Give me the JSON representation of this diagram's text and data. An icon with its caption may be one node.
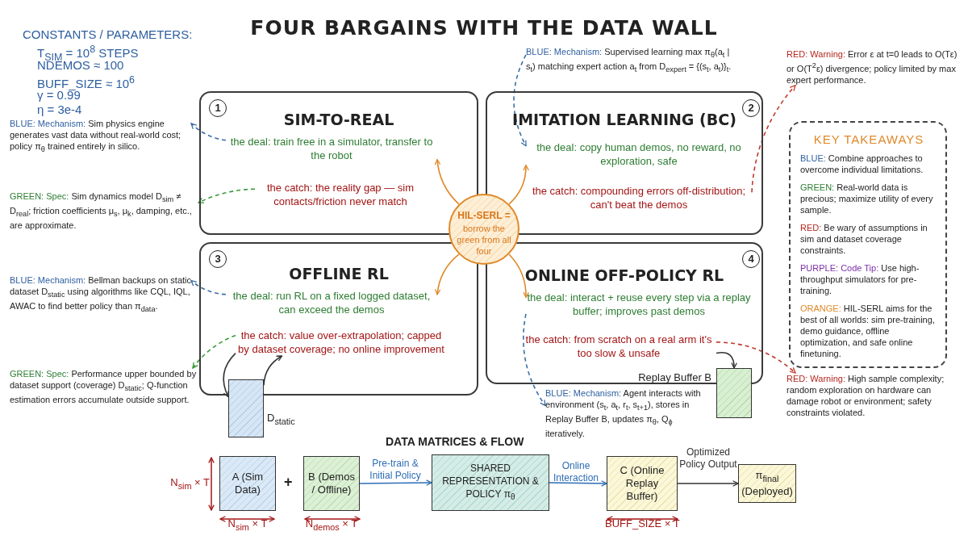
{
  "diagram": {
    "title": "FOUR BARGAINS WITH THE DATA WALL",
    "nodes": [
      {
        "text": [
          "1",
          "SIM-TO-REAL"
        ]
      },
      {
        "text": [
          "the deal: train free in a simulator, transfer to the robot"
        ],
        "in": 0
      },
      {
        "text": [
          "the catch: the reality gap — sim contacts/friction never match"
        ],
        "in": 0
      },
      {
        "text": [
          "IMITATION LEARNING (BC)",
          "2"
        ]
      },
      {
        "text": [
          "the deal: copy human demos, no reward, no exploration, safe"
        ],
        "in": 3
      },
      {
        "text": [
          "the catch: compounding errors off-distribution; can't beat the demos"
        ],
        "in": 3
      },
      {
        "text": [
          "3",
          "OFFLINE RL"
        ]
      },
      {
        "text": [
          "the deal: run RL on a fixed logged dataset, can exceed the demos"
        ],
        "in": 6
      },
      {
        "text": [
          "the catch: value over-extrapolation; capped by dataset coverage; no online improvement"
        ],
        "in": 6
      },
      {
        "text": [
          "ONLINE OFF-POLICY RL",
          "4"
        ]
      },
      {
        "text": [
          "the deal: interact + reuse every step via a replay buffer; improves past demos"
        ],
        "in": 9
      },
      {
        "text": [
          "the catch: from scratch on a real arm it's too slow & unsafe"
        ],
        "in": 9
      },
      {
        "text": [],
        "shape": "box",
        "beside": [
          "Replay Buffer B"
        ]
      },
      {
        "text": [],
        "shape": "box",
        "beside": [
          "D$_{static}$"
        ]
      },
      {
        "text": [
          "HIL-SERL =",
          "borrow the green from all four"
        ]
      },
      {
        "text": [
          "BLUE: Mechanism: Sim physics engine generates vast data without real-world cost; policy π$_{θ}$ trained entirely in silico."
        ]
      },
      {
        "text": [
          "GREEN: Spec: Sim dynamics model D$_{sim}$ ≠ D$_{real}$; friction coefficients μ$_{s}$, μ$_{k}$, damping, etc., are approximate."
        ]
      },
      {
        "text": [
          "BLUE: Mechanism: Bellman backups on static dataset D$_{static}$ using algorithms like CQL, IQL, AWAC to find better policy than π$_{data}$."
        ]
      },
      {
        "text": [
          "GREEN: Spec: Performance upper bounded by dataset support (coverage) D$_{static}$; Q-function estimation errors accumulate outside support."
        ]
      },
      {
        "text": [
          "BLUE: Mechanism: Supervised learning max π$_{θ}$(a$_{t}$ | s$_{t}$) matching expert action a$_{t}$ from D$_{expert}$ = {(s$_{t}$, a$_{t}$)}$_{t}$."
        ]
      },
      {
        "text": [
          "RED: Warning: Error ε at t=0 leads to O(Tε) or O(T$^{2}$ε) divergence; policy limited by max expert performance."
        ]
      },
      {
        "text": [
          "BLUE: Mechanism: Agent interacts with environment (s$_{t}$, a$_{t}$, r$_{t}$, s$_{t+1}$), stores in Replay Buffer B, updates π$_{θ}$, Q$_{ϕ}$ iteratively."
        ]
      },
      {
        "text": [
          "RED: Warning: High sample complexity; random exploration on hardware can damage robot or environment; safety constraints violated."
        ]
      },
      {
        "text": [
          "KEY TAKEAWAYS",
          "BLUE: Combine approaches to overcome individual limitations.",
          "GREEN: Real-world data is precious; maximize utility of every sample.",
          "RED: Be wary of assumptions in sim and dataset coverage constraints.",
          "PURPLE: Code Tip: Use high-throughput simulators for pre-training.",
          "ORANGE: HIL-SERL aims for the best of all worlds: sim pre-training, demo guidance, offline optimization, and safe online finetuning."
        ]
      },
      {
        "text": [
          "A (Sim Data)"
        ],
        "beside": [
          "N$_{sim}$ × T",
          "N$_{sim}$ × T"
        ]
      },
      {
        "text": [
          "B (Demos / Offline)"
        ],
        "beside": [
          "N$_{demos}$ × T"
        ]
      },
      {
        "text": [
          "SHARED REPRESENTATION & POLICY π$_{θ}$"
        ]
      },
      {
        "text": [
          "C (Online Replay Buffer)"
        ],
        "beside": [
          "BUFF_SIZE × T"
        ]
      },
      {
        "text": [
          "π$_{final}$ (Deployed)"
        ]
      }
    ],
    "edges": [
      {
        "from": 14,
        "to": 1,
        "arrow": "to",
        "color": "#e0892a"
      },
      {
        "from": 14,
        "to": 4,
        "arrow": "to",
        "color": "#e0892a"
      },
      {
        "from": 14,
        "to": 7,
        "arrow": "to",
        "color": "#e0892a"
      },
      {
        "from": 14,
        "to": 10,
        "arrow": "to",
        "color": "#e0892a"
      },
      {
        "from": 1,
        "to": 15,
        "arrow": "to",
        "style": "dashed",
        "color": "#3a6ea5"
      },
      {
        "from": 2,
        "to": 16,
        "arrow": "to",
        "style": "dashed",
        "color": "#3a9a3a"
      },
      {
        "from": 7,
        "to": 17,
        "arrow": "to",
        "style": "dashed",
        "color": "#3a6ea5"
      },
      {
        "from": 8,
        "to": 18,
        "arrow": "to",
        "style": "dashed",
        "color": "#3a9a3a"
      },
      {
        "from": 19,
        "to": 4,
        "arrow": "to",
        "style": "dashed",
        "color": "#3a6ea5"
      },
      {
        "from": 5,
        "to": 20,
        "arrow": "to",
        "style": "dashed",
        "color": "#c0392b"
      },
      {
        "from": 10,
        "to": 21,
        "arrow": "to",
        "style": "dashed",
        "color": "#3a6ea5"
      },
      {
        "from": 11,
        "to": 22,
        "arrow": "to",
        "style": "dashed",
        "color": "#c0392b"
      },
      {
        "from": 11,
        "to": 12,
        "arrow": "to",
        "color": "#333333"
      },
      {
        "from": 8,
        "to": 13,
        "arrow": "to",
        "color": "#333333"
      },
      {
        "from": 13,
        "to": 8,
        "arrow": "to",
        "color": "#333333"
      },
      {
        "from": 25,
        "to": 26,
        "arrow": "to",
        "label": "Pre-train & Initial Policy",
        "color": "#2e6db4"
      },
      {
        "from": 26,
        "to": 27,
        "arrow": "to",
        "label": "Online Interaction",
        "color": "#2e6db4"
      },
      {
        "from": 27,
        "to": 28,
        "arrow": "to",
        "label": "Optimized Policy Output",
        "color": "#333333"
      }
    ],
    "labels": [
      "CONSTANTS / PARAMETERS:",
      "T$_{SIM}$ = 10$^{8}$ STEPS",
      "NDEMOS ≈ 100",
      "BUFF_SIZE ≈ 10$^{6}$",
      "γ = 0.99",
      "η = 3e-4",
      "DATA MATRICES & FLOW",
      "+"
    ]
  }
}
